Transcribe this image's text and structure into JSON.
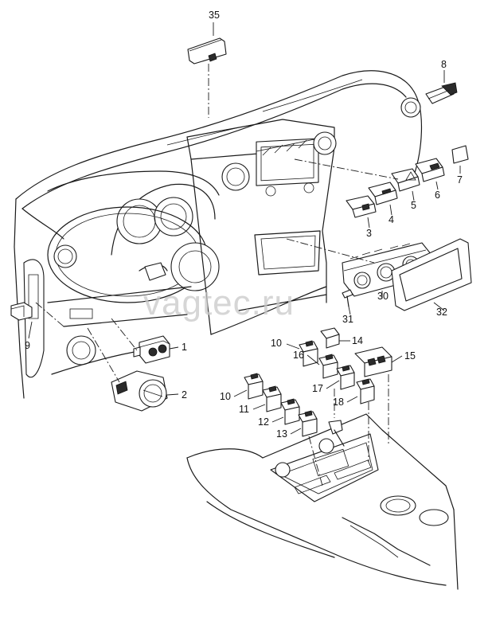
{
  "watermark": "vagtec.ru",
  "callouts": {
    "c35": "35",
    "c8": "8",
    "c7": "7",
    "c6": "6",
    "c5": "5",
    "c4": "4",
    "c3": "3",
    "c30": "30",
    "c32": "32",
    "c31": "31",
    "c9": "9",
    "c1": "1",
    "c2": "2",
    "c14": "14",
    "c10a": "10",
    "c16": "16",
    "c15": "15",
    "c17": "17",
    "c10b": "10",
    "c18": "18",
    "c11": "11",
    "c12": "12",
    "c13": "13"
  }
}
